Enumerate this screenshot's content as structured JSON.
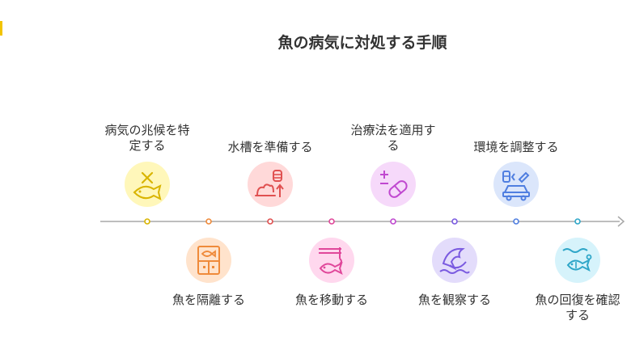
{
  "title": "魚の病気に対処する手順",
  "colors": {
    "line": "#a8a8a8",
    "accent": "#f2c400"
  },
  "steps": [
    {
      "label_lines": [
        "病気の兆候を特",
        "定する"
      ],
      "icon": "fish-x-icon",
      "bg": "#fff7ba",
      "color": "#d9b400"
    },
    {
      "label_lines": [
        "魚を隔離する"
      ],
      "icon": "tank-fish-icon",
      "bg": "#ffe3cc",
      "color": "#ef8a3a"
    },
    {
      "label_lines": [
        "水槽を準備する"
      ],
      "icon": "tank-prepare-icon",
      "bg": "#ffd9d9",
      "color": "#e05050"
    },
    {
      "label_lines": [
        "魚を移動する"
      ],
      "icon": "net-fish-icon",
      "bg": "#ffd8ee",
      "color": "#e0479a"
    },
    {
      "label_lines": [
        "治療法を適用す",
        "る"
      ],
      "icon": "pill-icon",
      "bg": "#f6d9fa",
      "color": "#c048d0"
    },
    {
      "label_lines": [
        "魚を観察する"
      ],
      "icon": "dolphin-icon",
      "bg": "#e3dcfb",
      "color": "#7a5ae0"
    },
    {
      "label_lines": [
        "環境を調整する"
      ],
      "icon": "car-adjust-icon",
      "bg": "#dbe6fb",
      "color": "#4f7ee0"
    },
    {
      "label_lines": [
        "魚の回復を確認",
        "する"
      ],
      "icon": "swimming-fish-icon",
      "bg": "#d6f3fb",
      "color": "#2ea6c8"
    }
  ]
}
